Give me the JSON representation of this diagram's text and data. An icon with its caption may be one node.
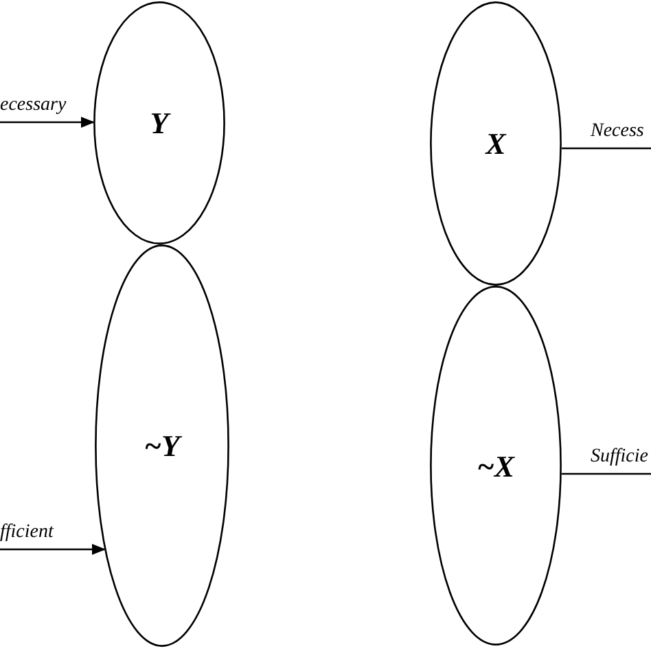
{
  "diagram": {
    "nodes": [
      {
        "text": [
          "Y"
        ]
      },
      {
        "text": [
          "~Y"
        ]
      },
      {
        "text": [
          "X"
        ]
      },
      {
        "text": [
          "~X"
        ]
      }
    ],
    "edges": [
      {
        "from": null,
        "to": 0,
        "arrow": "to",
        "label": "ecessary"
      },
      {
        "from": null,
        "to": 1,
        "arrow": "to",
        "label": "fficient"
      },
      {
        "from": 2,
        "to": null,
        "arrow": "none",
        "label": "Necess"
      },
      {
        "from": 3,
        "to": null,
        "arrow": "none",
        "label": "Sufficie"
      }
    ]
  }
}
